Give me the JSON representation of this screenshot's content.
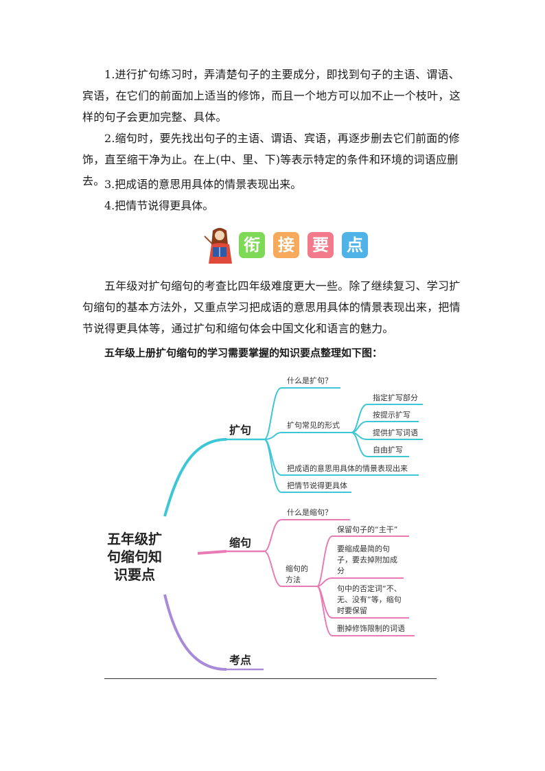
{
  "paragraphs": {
    "p1": "1.进行扩句练习时，弄清楚句子的主要成分，即找到句子的主语、谓语、宾语，在它们的前面加上适当的修饰，而且一个地方可以加不止一个枝叶，这样的句子会更加完整、具体。",
    "p2": "2.缩句时，要先找出句子的主语、谓语、宾语，再逐步删去它们前面的修饰，直至缩干净为止。在上(中、里、下)等表示特定的条件和环境的词语应删去。",
    "p3": "3.把成语的意思用具体的情景表现出来。",
    "p4": "4.把情节说得更具体。"
  },
  "banner": {
    "tiles": [
      "衔",
      "接",
      "要",
      "点"
    ],
    "colors": [
      "#7ed957",
      "#f7a95c",
      "#f27a8a",
      "#4fb3e8"
    ]
  },
  "intro": {
    "p5": "五年级对扩句缩句的考查比四年级难度更大一些。除了继续复习、学习扩句缩句的基本方法外，又重点学习把成语的意思用具体的情景表现出来，把情节说得更具体等，通过扩句和缩句体会中国文化和语言的魅力。",
    "heading": "五年级上册扩句缩句的学习需要掌握的知识要点整理如下图："
  },
  "mindmap": {
    "root": [
      "五年级扩",
      "句缩句知",
      "识要点"
    ],
    "branch1": {
      "label": "扩句",
      "color": "#3cc6d6",
      "what": "什么是扩句？",
      "forms": "扩句常见的形式",
      "form_items": [
        "指定扩写部分",
        "按提示扩写",
        "提供扩写词语",
        "自由扩写"
      ],
      "idiom": "把成语的意思用具体的情景表现出来",
      "plot": "把情节说得更具体"
    },
    "branch2": {
      "label": "缩句",
      "color": "#e87bb4",
      "what": "什么是缩句？",
      "method": [
        "缩句的",
        "方法"
      ],
      "m1": "保留句子的“主干”",
      "m2": [
        "要缩成最简的句",
        "子，要去掉附加成",
        "分"
      ],
      "m3": [
        "句中的否定词“不、",
        "无、没有”等，缩句",
        "时要保留"
      ],
      "m4": "删掉修饰限制的词语"
    },
    "branch3": {
      "label": "考点",
      "color": "#a98ad8"
    }
  }
}
